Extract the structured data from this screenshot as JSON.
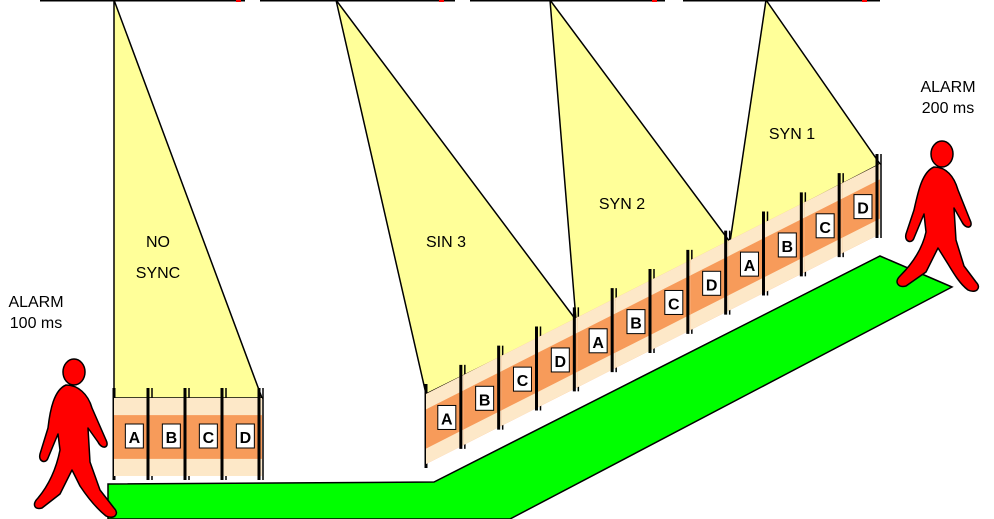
{
  "colors": {
    "cone": "#ffff99",
    "panel": "#f79b5a",
    "panel_light": "#fde8c8",
    "floor": "#00ff00",
    "person": "#ff0000",
    "outline": "#000000"
  },
  "alarms": {
    "left": {
      "line1": "ALARM",
      "line2": "100 ms"
    },
    "right": {
      "line1": "ALARM",
      "line2": "200 ms"
    }
  },
  "groups": [
    {
      "label_line1": "NO",
      "label_line2": "SYNC",
      "units": [
        "A",
        "B",
        "C",
        "D"
      ]
    },
    {
      "label_line1": "SIN 3",
      "label_line2": "",
      "units": [
        "A",
        "B",
        "C",
        "D"
      ]
    },
    {
      "label_line1": "SYN 2",
      "label_line2": "",
      "units": [
        "A",
        "B",
        "C",
        "D"
      ]
    },
    {
      "label_line1": "SYN 1",
      "label_line2": "",
      "units": [
        "A",
        "B",
        "C",
        "D"
      ]
    }
  ],
  "icons": [
    "walking-person-icon",
    "walking-person-icon"
  ]
}
